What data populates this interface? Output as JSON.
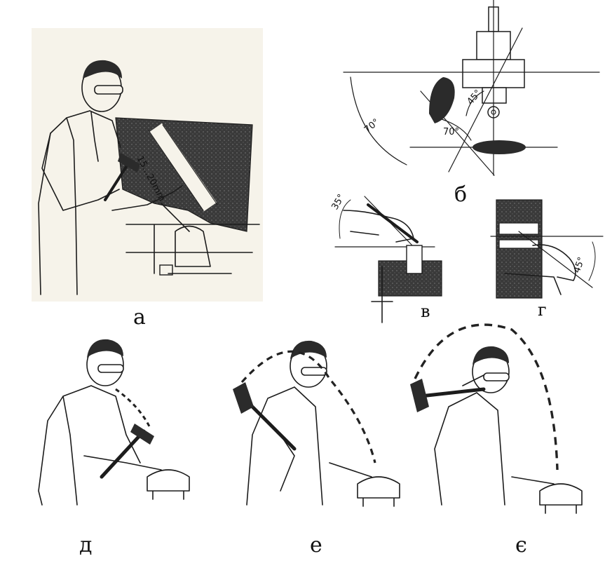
{
  "figure": {
    "panel_labels": {
      "a": "а",
      "b": "б",
      "v": "в",
      "g": "г",
      "d": "д",
      "e": "е",
      "ye": "є"
    },
    "annotations": {
      "a_length_range": "15...20mm",
      "b_angle_left": "70°",
      "b_angle_mid": "70°",
      "b_angle_right": "45°",
      "v_angle": "35°",
      "g_angle": "45°"
    }
  }
}
